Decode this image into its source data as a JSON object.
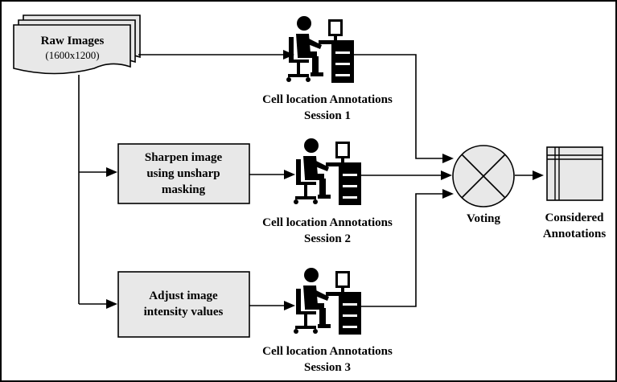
{
  "diagram": {
    "source": {
      "label": "Raw Images",
      "sublabel": "(1600x1200)"
    },
    "processing": [
      {
        "lines": [
          "Sharpen image",
          "using unsharp",
          "masking"
        ]
      },
      {
        "lines": [
          "Adjust image",
          "intensity values"
        ]
      }
    ],
    "annotators": [
      {
        "icon": "person-at-computer-icon",
        "title": "Cell location Annotations",
        "session": "Session 1"
      },
      {
        "icon": "person-at-computer-icon",
        "title": "Cell location Annotations",
        "session": "Session 2"
      },
      {
        "icon": "person-at-computer-icon",
        "title": "Cell location Annotations",
        "session": "Session 3"
      }
    ],
    "voting": {
      "label": "Voting",
      "icon": "circled-cross-icon"
    },
    "output": {
      "lines": [
        "Considered",
        "Annotations"
      ],
      "icon": "table-icon"
    }
  }
}
